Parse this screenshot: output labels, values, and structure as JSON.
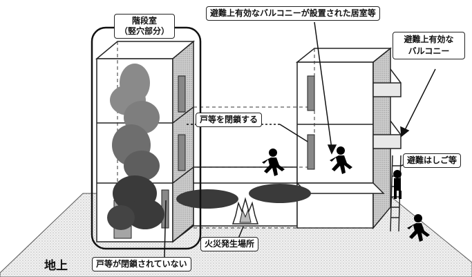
{
  "labels": {
    "stairwell_line1": "階段室",
    "stairwell_line2": "（竪穴部分）",
    "balcony_room": "避難上有効なバルコニーが設置された居室等",
    "balcony_line1": "避難上有効な",
    "balcony_line2": "バルコニー",
    "close_doors": "戸等を閉鎖する",
    "ladder": "避難はしご等",
    "fire_location": "火災発生場所",
    "doors_not_closed": "戸等が閉鎖されていない",
    "ground": "地上"
  },
  "colors": {
    "smoke_light": "#8a8a8a",
    "smoke_dark": "#3a3a3a",
    "building": "#ffffff",
    "shade": "#d6d6d6",
    "ground": "#efefef"
  },
  "icons": [
    "smoke",
    "fire",
    "running-person",
    "escape-ladder",
    "door"
  ]
}
